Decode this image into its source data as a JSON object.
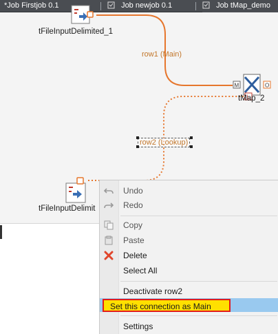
{
  "tabs": [
    {
      "label": "*Job Firstjob 0.1",
      "active": false
    },
    {
      "label": "Job newjob 0.1",
      "active": false
    },
    {
      "label": "Job tMap_demo",
      "active": true
    }
  ],
  "components": {
    "input1": "tFileInputDelimited_1",
    "input2": "tFileInputDelimit",
    "tmap": "tMap_2"
  },
  "connections": {
    "main": "row1 (Main)",
    "lookup": "row2 (Lookup)"
  },
  "context_menu": {
    "undo": "Undo",
    "redo": "Redo",
    "copy": "Copy",
    "paste": "Paste",
    "delete": "Delete",
    "select_all": "Select All",
    "deactivate": "Deactivate row2",
    "set_main": "Set this connection as Main",
    "settings": "Settings"
  },
  "colors": {
    "main_wire": "#e6762c",
    "lookup_wire": "#e6762c",
    "highlight": "#99c9ef",
    "callout_fill": "#ffe000",
    "callout_border": "#e11b1b"
  }
}
